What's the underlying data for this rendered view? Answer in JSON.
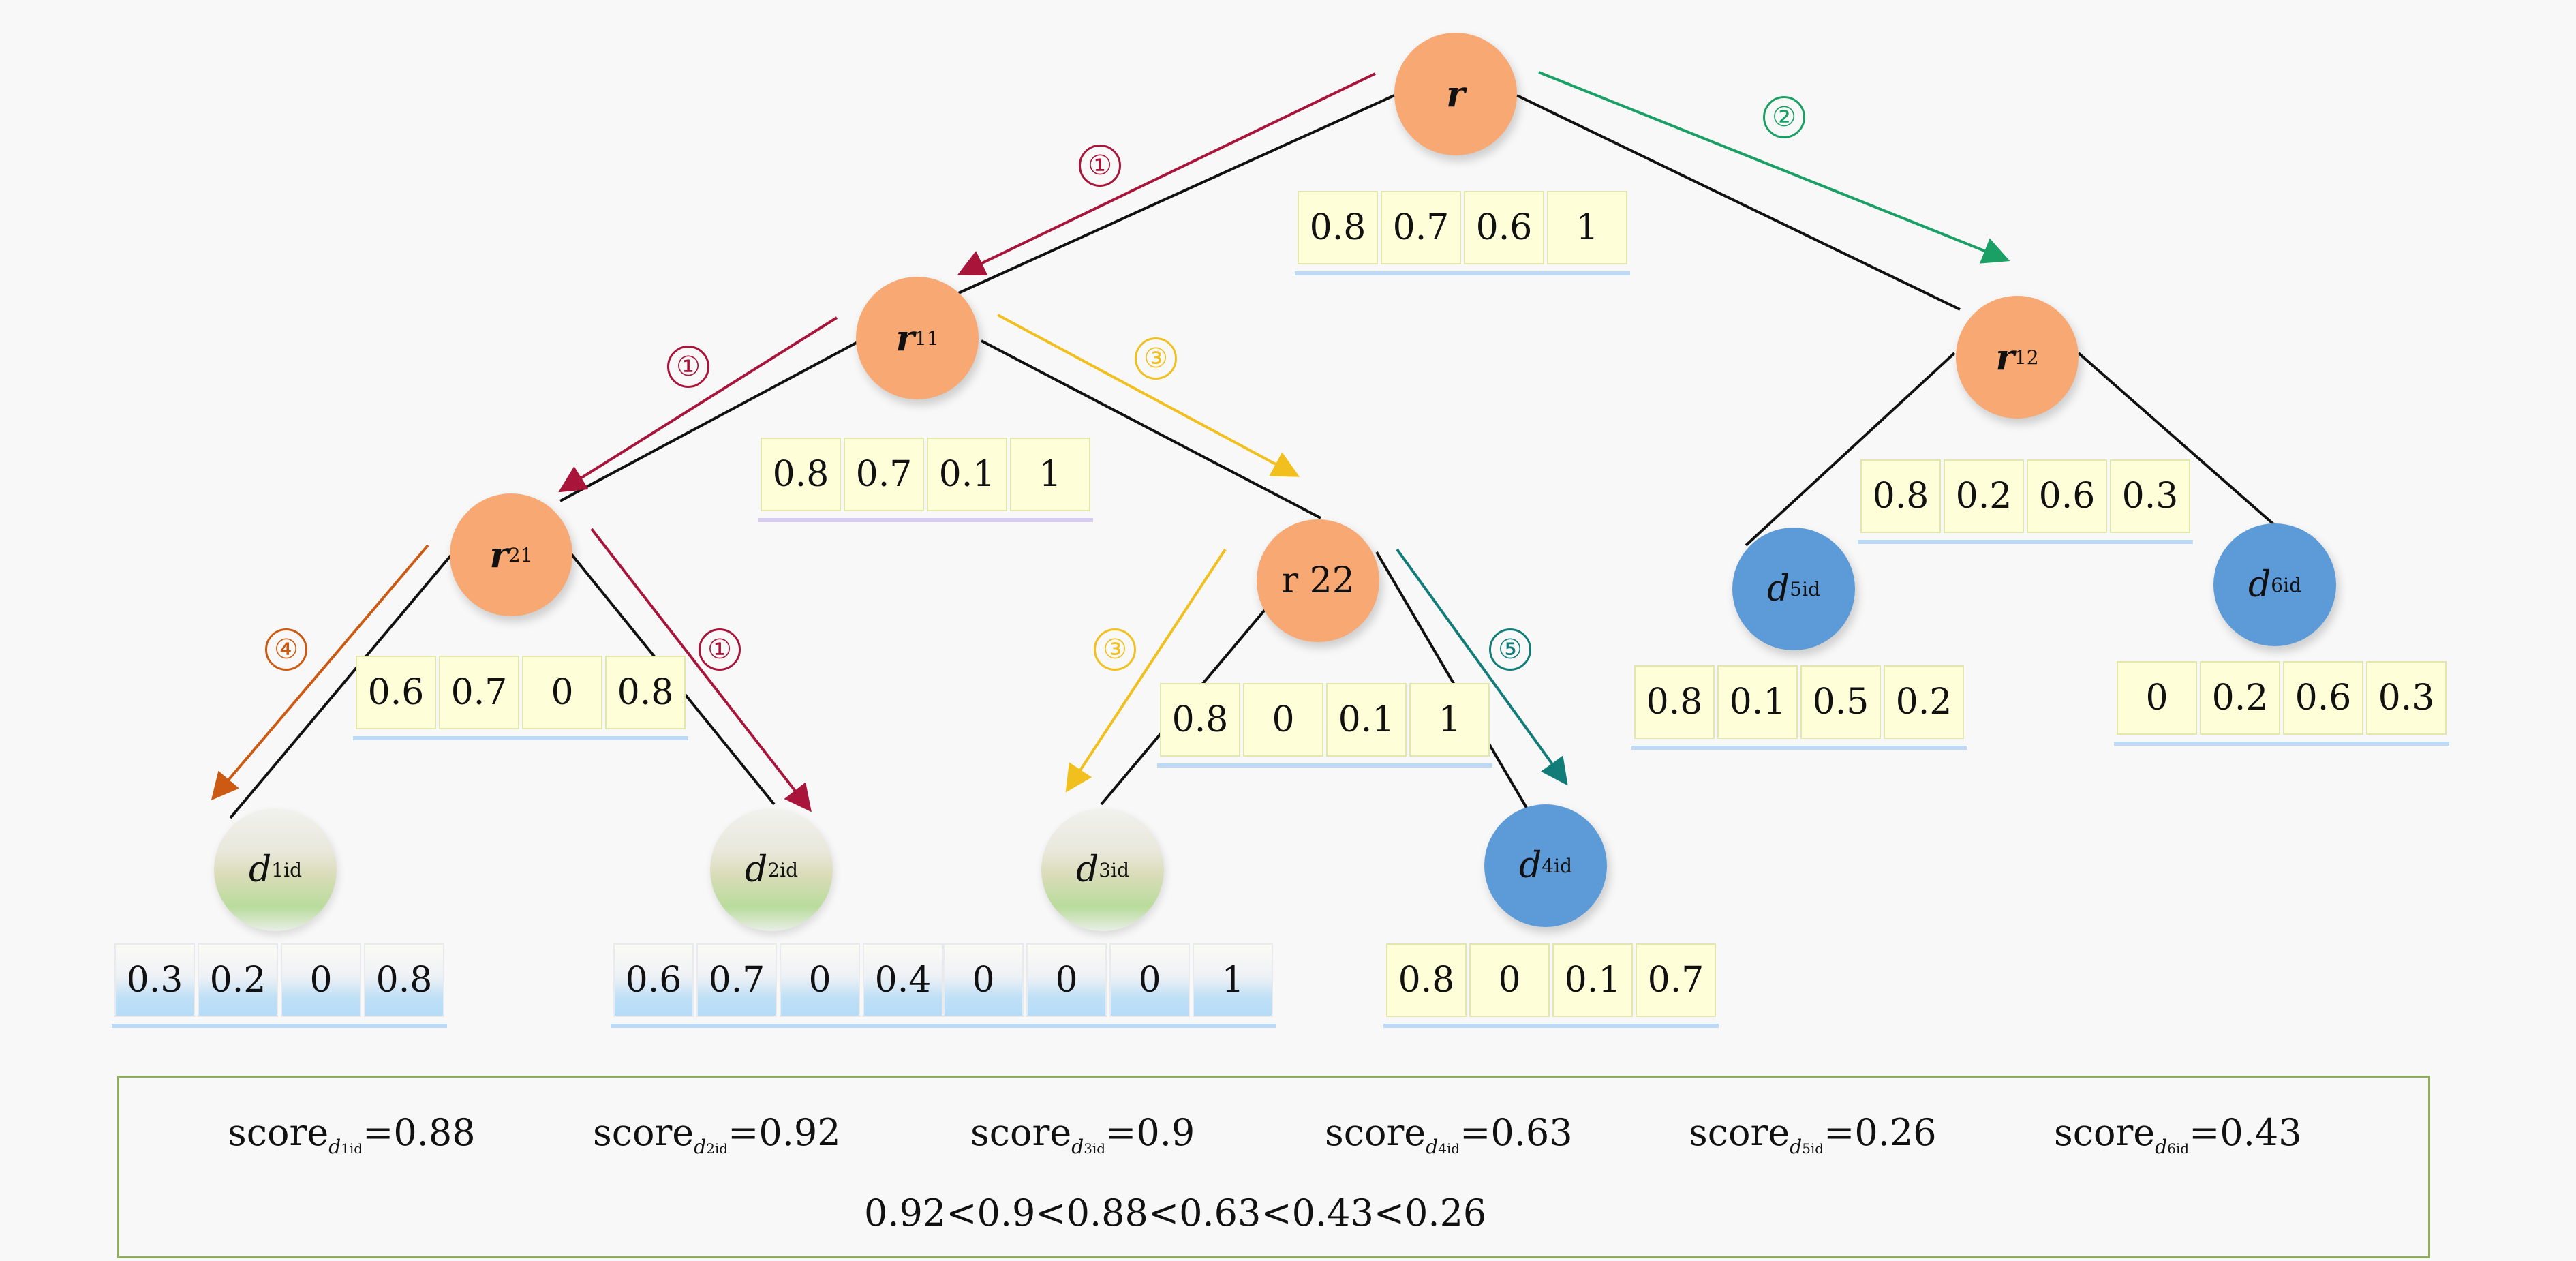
{
  "nodes": {
    "r": {
      "label": "r"
    },
    "r11": {
      "label": "r",
      "sub": "11"
    },
    "r12": {
      "label": "r",
      "sub": "12"
    },
    "r21": {
      "label": "r",
      "sub": "21"
    },
    "r22": {
      "label": "r 22"
    },
    "d1": {
      "label": "d",
      "sub": "1id"
    },
    "d2": {
      "label": "d",
      "sub": "2id"
    },
    "d3": {
      "label": "d",
      "sub": "3id"
    },
    "d4": {
      "label": "d",
      "sub": "4id"
    },
    "d5": {
      "label": "d",
      "sub": "5id"
    },
    "d6": {
      "label": "d",
      "sub": "6id"
    }
  },
  "vectors": {
    "r": [
      "0.8",
      "0.7",
      "0.6",
      "1"
    ],
    "r11": [
      "0.8",
      "0.7",
      "0.1",
      "1"
    ],
    "r12": [
      "0.8",
      "0.2",
      "0.6",
      "0.3"
    ],
    "r21": [
      "0.6",
      "0.7",
      "0",
      "0.8"
    ],
    "r22": [
      "0.8",
      "0",
      "0.1",
      "1"
    ],
    "d1": [
      "0.3",
      "0.2",
      "0",
      "0.8"
    ],
    "d2": [
      "0.6",
      "0.7",
      "0",
      "0.4"
    ],
    "d3": [
      "0",
      "0",
      "0",
      "1"
    ],
    "d4": [
      "0.8",
      "0",
      "0.1",
      "0.7"
    ],
    "d5": [
      "0.8",
      "0.1",
      "0.5",
      "0.2"
    ],
    "d6": [
      "0",
      "0.2",
      "0.6",
      "0.3"
    ]
  },
  "step_labels": {
    "s1": "①",
    "s2": "②",
    "s3": "③",
    "s4": "④",
    "s5": "⑤"
  },
  "colors": {
    "step1": "#a8143a",
    "step2": "#1aa065",
    "step3": "#f2c01e",
    "step4": "#cc5a12",
    "step5": "#127c78",
    "edge": "#111111",
    "score_border": "#8fae5c"
  },
  "scores": {
    "word": "score",
    "d1": {
      "sub": "d",
      "subsub": "1id",
      "value": "=0.88"
    },
    "d2": {
      "sub": "d",
      "subsub": "2id",
      "value": "=0.92"
    },
    "d3": {
      "sub": "d",
      "subsub": "3id",
      "value": "=0.9"
    },
    "d4": {
      "sub": "d",
      "subsub": "4id",
      "value": "=0.63"
    },
    "d5": {
      "sub": "d",
      "subsub": "5id",
      "value": "=0.26"
    },
    "d6": {
      "sub": "d",
      "subsub": "6id",
      "value": "=0.43"
    },
    "inequality": "0.92<0.9<0.88<0.63<0.43<0.26"
  }
}
